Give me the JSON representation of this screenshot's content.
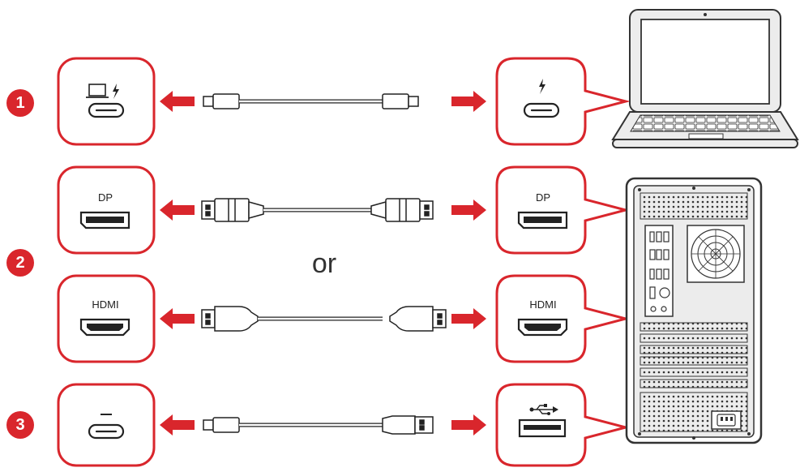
{
  "colors": {
    "accent": "#d9262c",
    "outline": "#333333",
    "device_fill": "#ececec",
    "screen_fill": "#ffffff"
  },
  "steps": [
    {
      "number": "1",
      "cable": "usb-c",
      "source_port_label": "",
      "device_port_label": "",
      "source_icons": [
        "laptop-icon",
        "lightning-icon"
      ],
      "device_icons": [
        "lightning-icon"
      ]
    },
    {
      "number": "2",
      "cables": [
        {
          "cable": "displayport",
          "source_port_label": "DP",
          "device_port_label": "DP"
        },
        {
          "cable": "hdmi",
          "source_port_label": "HDMI",
          "device_port_label": "HDMI"
        }
      ]
    },
    {
      "number": "3",
      "cable": "usb-c-to-usb-a",
      "device_icons": [
        "usb-icon"
      ]
    }
  ],
  "separator": "or",
  "devices": [
    "laptop-icon",
    "desktop-tower-icon"
  ]
}
